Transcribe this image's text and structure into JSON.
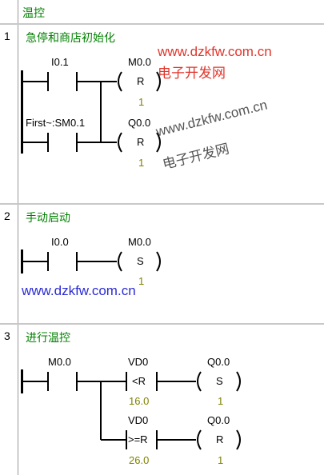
{
  "header": {
    "title": "温控"
  },
  "networks": [
    {
      "number": "1",
      "title": "急停和商店初始化",
      "contact1": {
        "address": "I0.1"
      },
      "contact2": {
        "address": "First~:SM0.1"
      },
      "coil1": {
        "address": "M0.0",
        "op": "R",
        "count": "1"
      },
      "coil2": {
        "address": "Q0.0",
        "op": "R",
        "count": "1"
      }
    },
    {
      "number": "2",
      "title": "手动启动",
      "contact1": {
        "address": "I0.0"
      },
      "coil1": {
        "address": "M0.0",
        "op": "S",
        "count": "1"
      }
    },
    {
      "number": "3",
      "title": "进行温控",
      "contact1": {
        "address": "M0.0"
      },
      "compare1": {
        "address": "VD0",
        "op": "<R",
        "value": "16.0"
      },
      "compare2": {
        "address": "VD0",
        "op": ">=R",
        "value": "26.0"
      },
      "coil1": {
        "address": "Q0.0",
        "op": "S",
        "count": "1"
      },
      "coil2": {
        "address": "Q0.0",
        "op": "R",
        "count": "1"
      }
    }
  ],
  "watermarks": {
    "wm1_url": "www.dzkfw.com.cn",
    "wm1_cn": "电子开发网",
    "wm2_url": "www.dzkfw.com.cn",
    "wm2_cn": "电子开发网",
    "wm3_url": "www.dzkfw.com.cn"
  }
}
